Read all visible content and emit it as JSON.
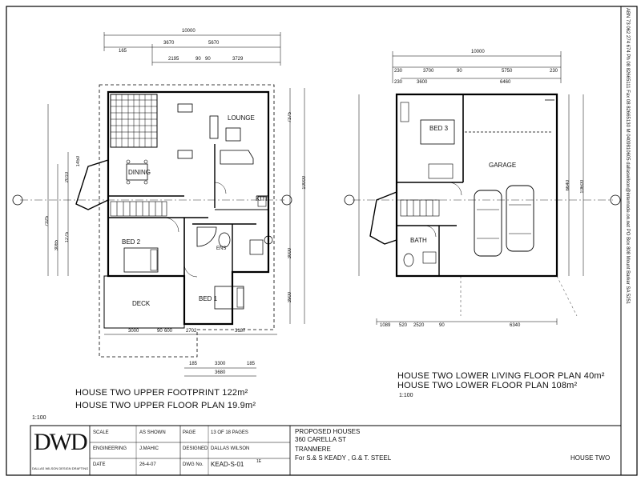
{
  "upper_plan": {
    "overall_dim": "10000",
    "top_dims": [
      "165",
      "3670",
      "5670"
    ],
    "sub_dims": [
      "2195",
      "90",
      "90",
      "3729"
    ],
    "rooms": {
      "lounge": "LOUNGE",
      "dining": "DINING",
      "kitchen": "KITh",
      "bed2": "BED 2",
      "bed1": "BED 1",
      "deck": "DECK",
      "ens": "ENS"
    },
    "side_dims": [
      "7325",
      "3065",
      "1275",
      "2010",
      "1450"
    ],
    "right_dims": [
      "10000",
      "7375",
      "3000",
      "3900"
    ],
    "bottom_dims": [
      "3000",
      "90",
      "600",
      "2702",
      "3187"
    ],
    "bottom_dims2": [
      "185",
      "3300",
      "185",
      "3680"
    ],
    "footprint_label": "HOUSE TWO UPPER FOOTPRINT 122m²",
    "floor_label": "HOUSE TWO UPPER FLOOR PLAN  19.9m²",
    "scale": "1:100"
  },
  "lower_plan": {
    "overall_dim": "10000",
    "top_dims": [
      "230",
      "3700",
      "90",
      "5750",
      "230"
    ],
    "sub_dims": [
      "230",
      "3600",
      "6460"
    ],
    "rooms": {
      "bed3": "BED 3",
      "garage": "GARAGE",
      "bath": "BATH"
    },
    "right_dims": [
      "6640",
      "10600"
    ],
    "bottom_dims": [
      "1089",
      "520",
      "2520",
      "90",
      "6340"
    ],
    "living_label": "HOUSE TWO LOWER LIVING FLOOR PLAN  40m²",
    "floor_label": "HOUSE TWO LOWER FLOOR PLAN  108m²",
    "scale": "1:100"
  },
  "title_block": {
    "logo": "DWD",
    "logo_caption": "DALLAS WILSON DESIGN DRAFTING",
    "rows": [
      {
        "label": "SCALE",
        "value": "AS SHOWN",
        "label2": "PAGE",
        "value2": "13 OF 18 PAGES"
      },
      {
        "label": "ENGINEERING",
        "value": "J.MAHIC",
        "label2": "DESIGNED",
        "value2": "DALLAS WILSON"
      },
      {
        "label": "DATE",
        "value": "26-4-07",
        "label2": "DWG No.",
        "value2": "KEAD-S-01"
      }
    ],
    "rev": "1E",
    "project_lines": [
      "PROPOSED HOUSES",
      "360 CARELLA ST",
      "TRANMERE",
      "For S.& S KEADY , G.& T. STEEL"
    ],
    "house": "HOUSE TWO"
  },
  "side_strip": "ABN 73 062 274 674     Ph 08 82665111     Fax 08 82665130     M 0409810605     dallaswilson@internode.on.net     PO Box 808 Mount Barker SA 5251"
}
